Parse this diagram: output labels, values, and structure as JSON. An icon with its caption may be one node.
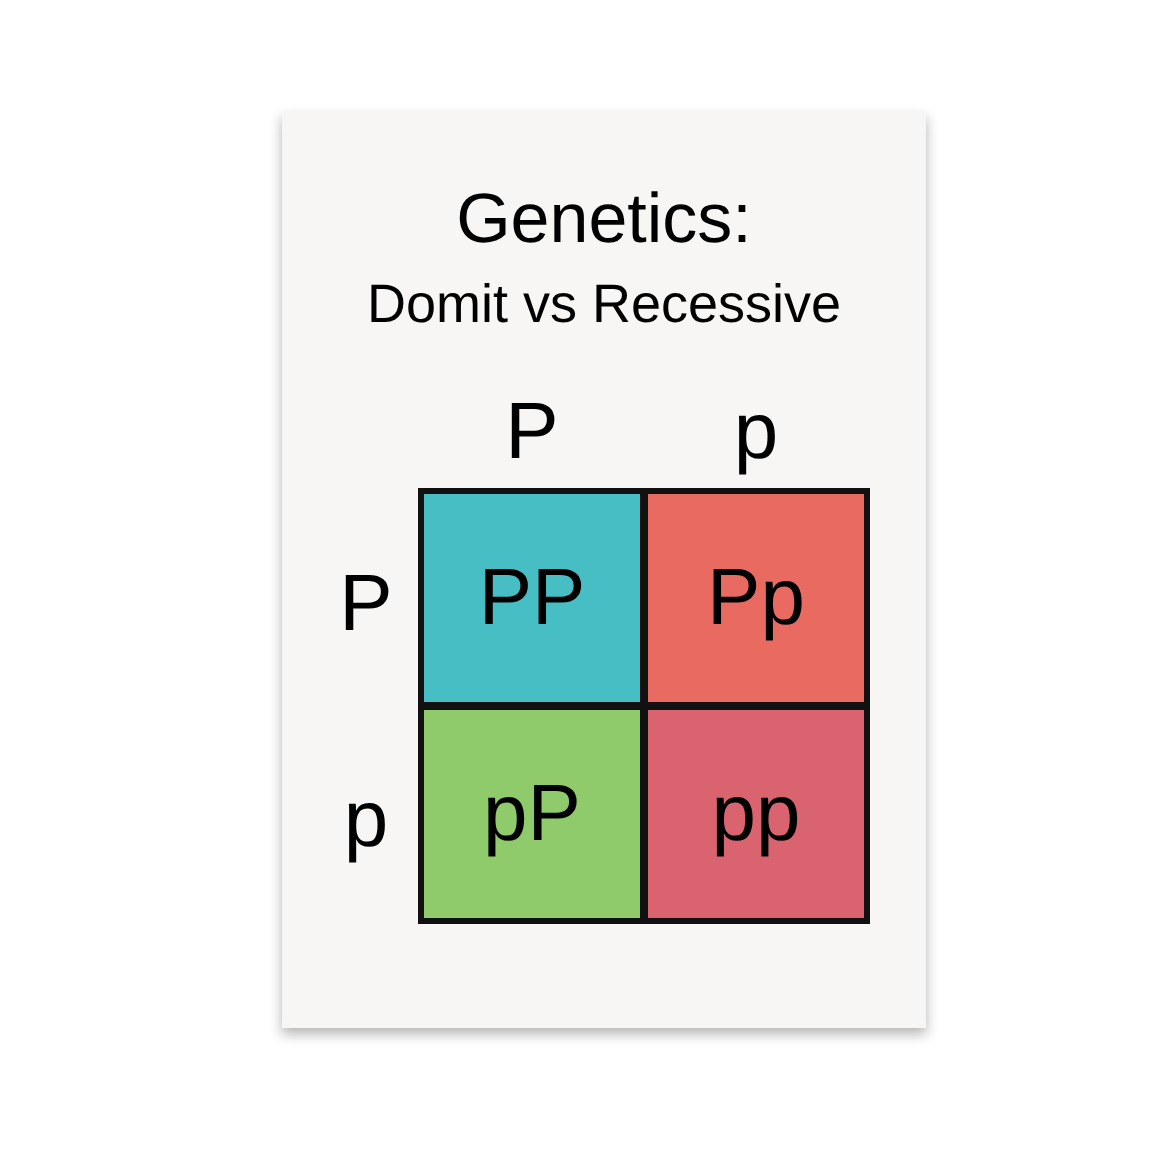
{
  "diagram": {
    "title": "Genetics:",
    "nodes": [
      {
        "text": [
          "PP"
        ]
      },
      {
        "text": [
          "Pp"
        ]
      },
      {
        "text": [
          "pP"
        ]
      },
      {
        "text": [
          "pp"
        ]
      }
    ],
    "labels": [
      "Domit vs Recessive",
      "P",
      "p",
      "P",
      "p"
    ]
  }
}
